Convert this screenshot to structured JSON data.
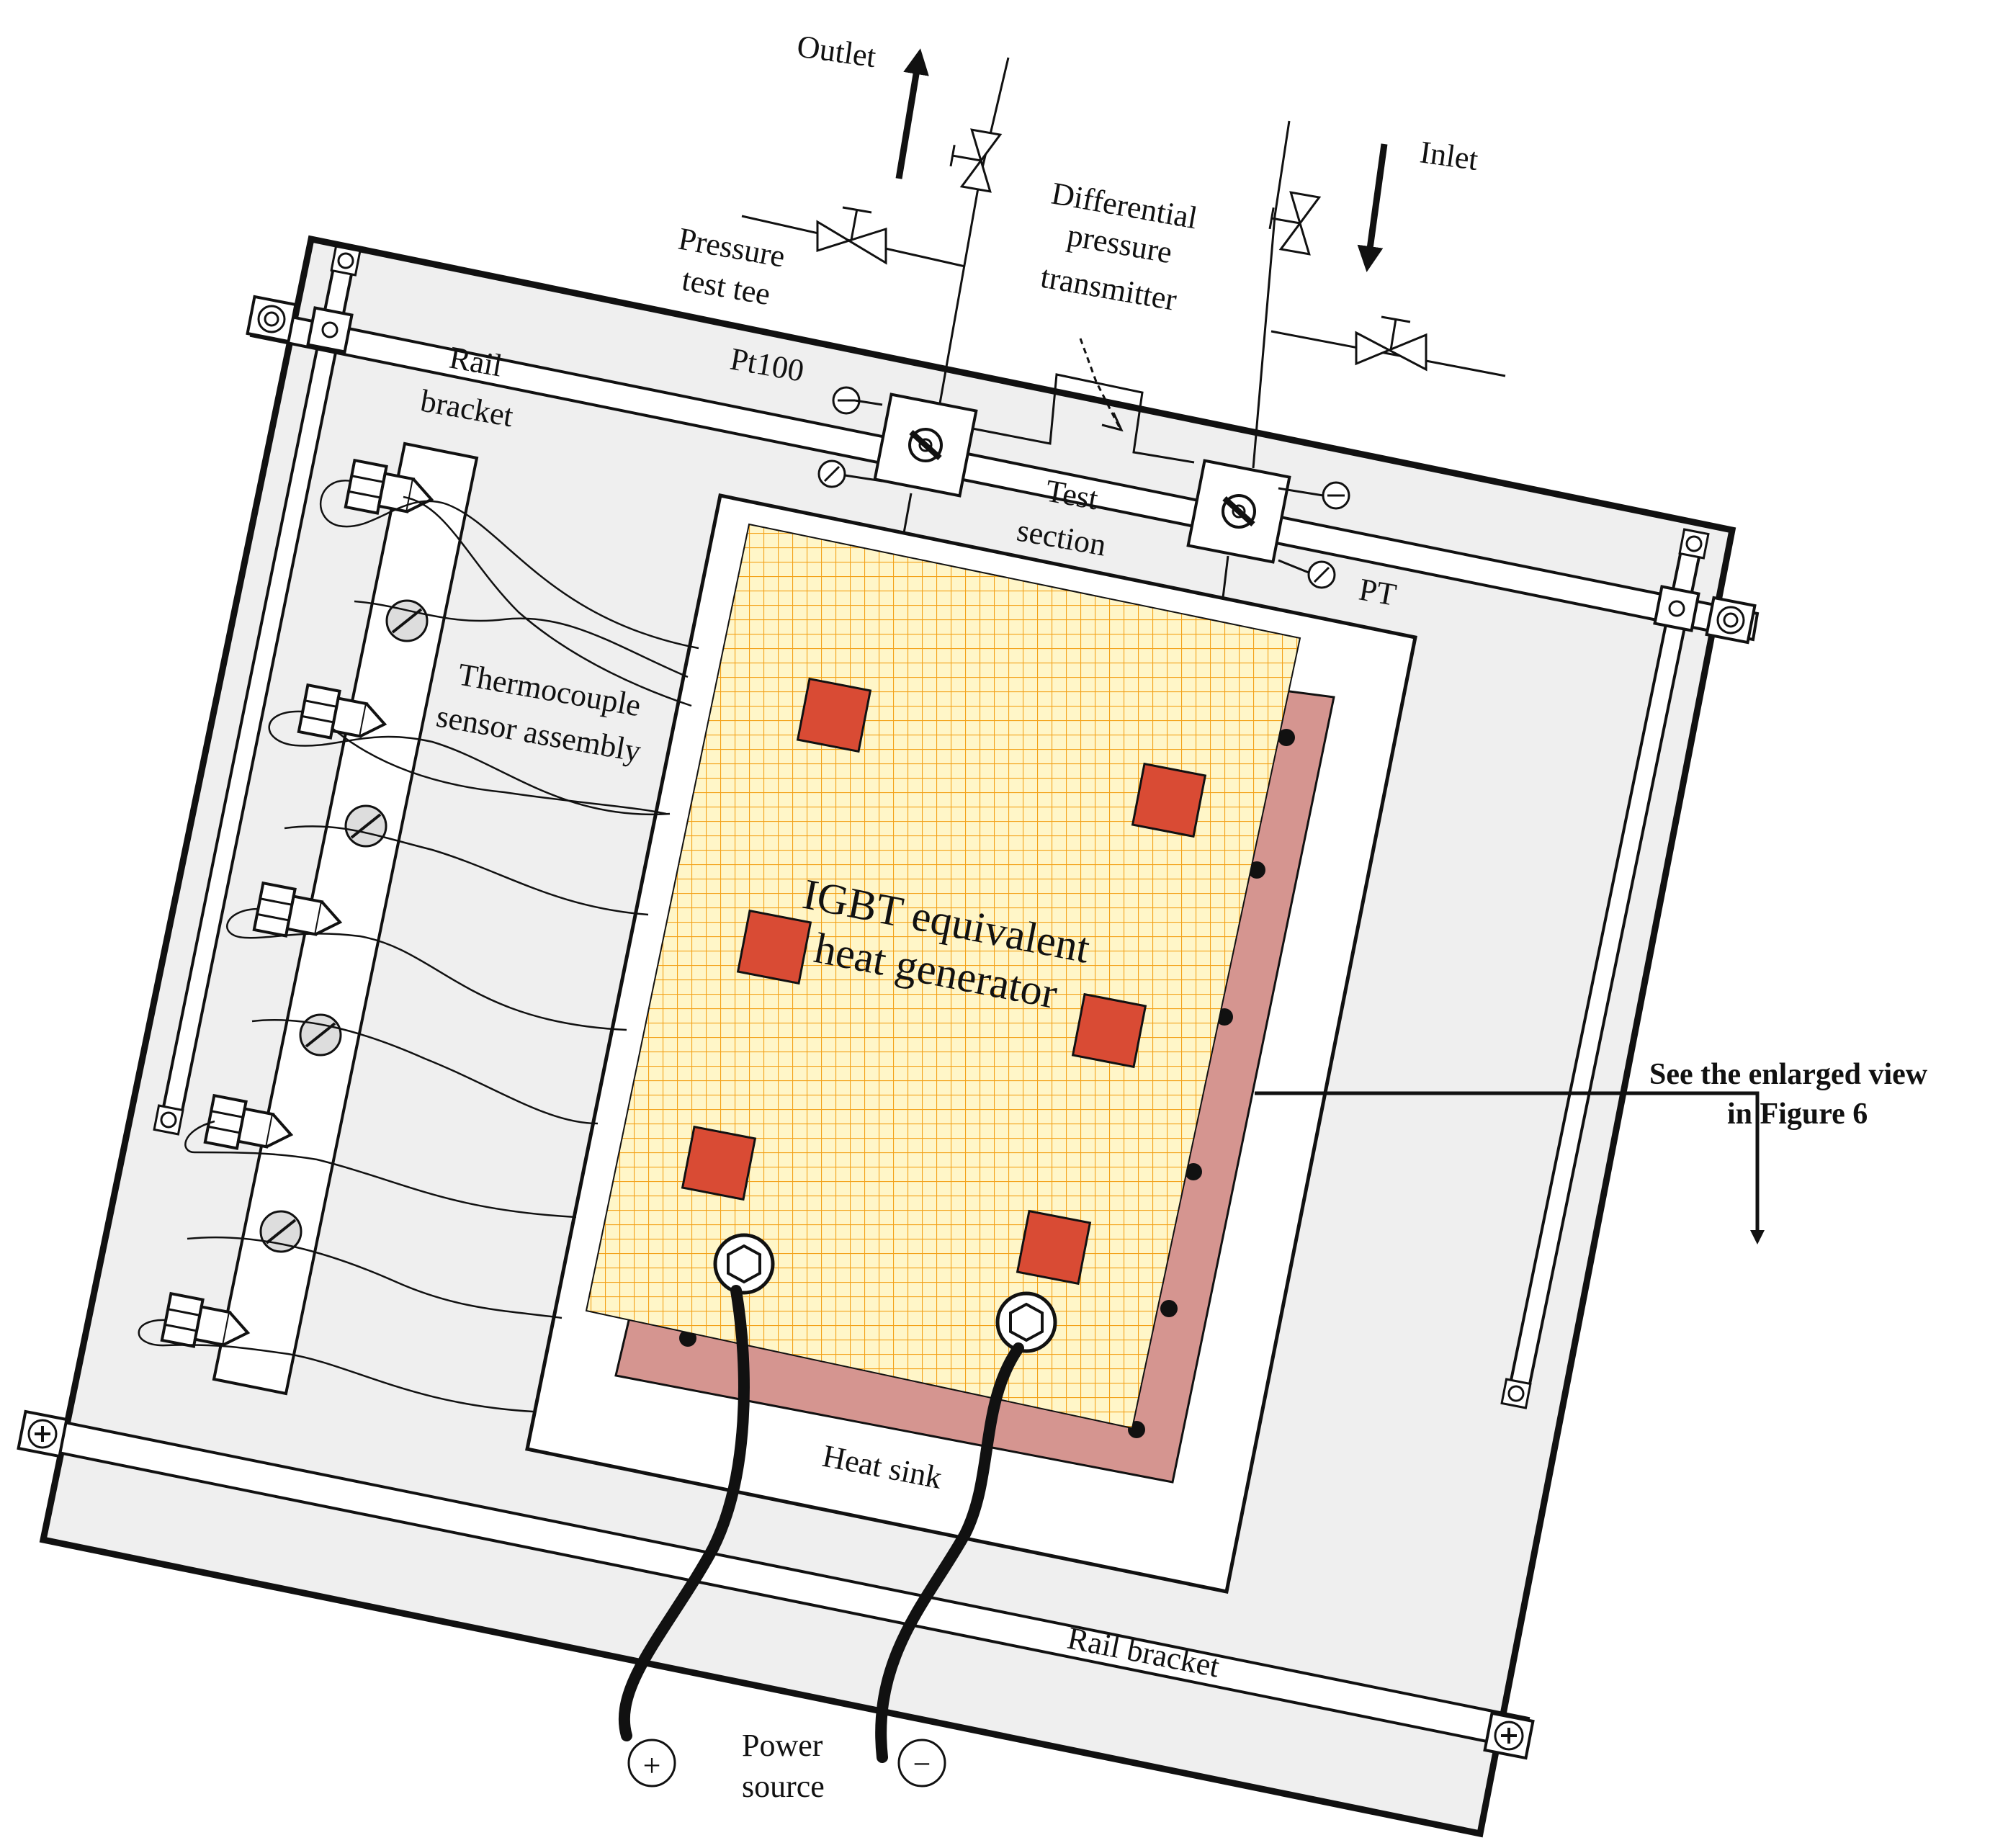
{
  "labels": {
    "outlet": "Outlet",
    "inlet": "Inlet",
    "pressure_test_tee_1": "Pressure",
    "pressure_test_tee_2": "test tee",
    "dp_transmitter_1": "Differential",
    "dp_transmitter_2": "pressure",
    "dp_transmitter_3": "transmitter",
    "pt100": "Pt100",
    "rail_bracket_1": "Rail",
    "rail_bracket_2": "bracket",
    "test_section_1": "Test",
    "test_section_2": "section",
    "pt": "PT",
    "thermocouple_1": "Thermocouple",
    "thermocouple_2": "sensor assembly",
    "igbt_1": "IGBT equivalent",
    "igbt_2": "heat generator",
    "heat_sink": "Heat sink",
    "rail_bracket_bottom": "Rail bracket",
    "power_1": "Power",
    "power_2": "source",
    "plus": "+",
    "minus": "−",
    "see_view_1": "See the enlarged view",
    "see_view_2": "in Figure 6"
  },
  "colors": {
    "plate": "#efefef",
    "grid_fill": "#fff6c8",
    "grid_line": "#f3a21a",
    "heat_sink_base": "#d59590",
    "chip": "#d94b34",
    "cable": "#111111"
  }
}
